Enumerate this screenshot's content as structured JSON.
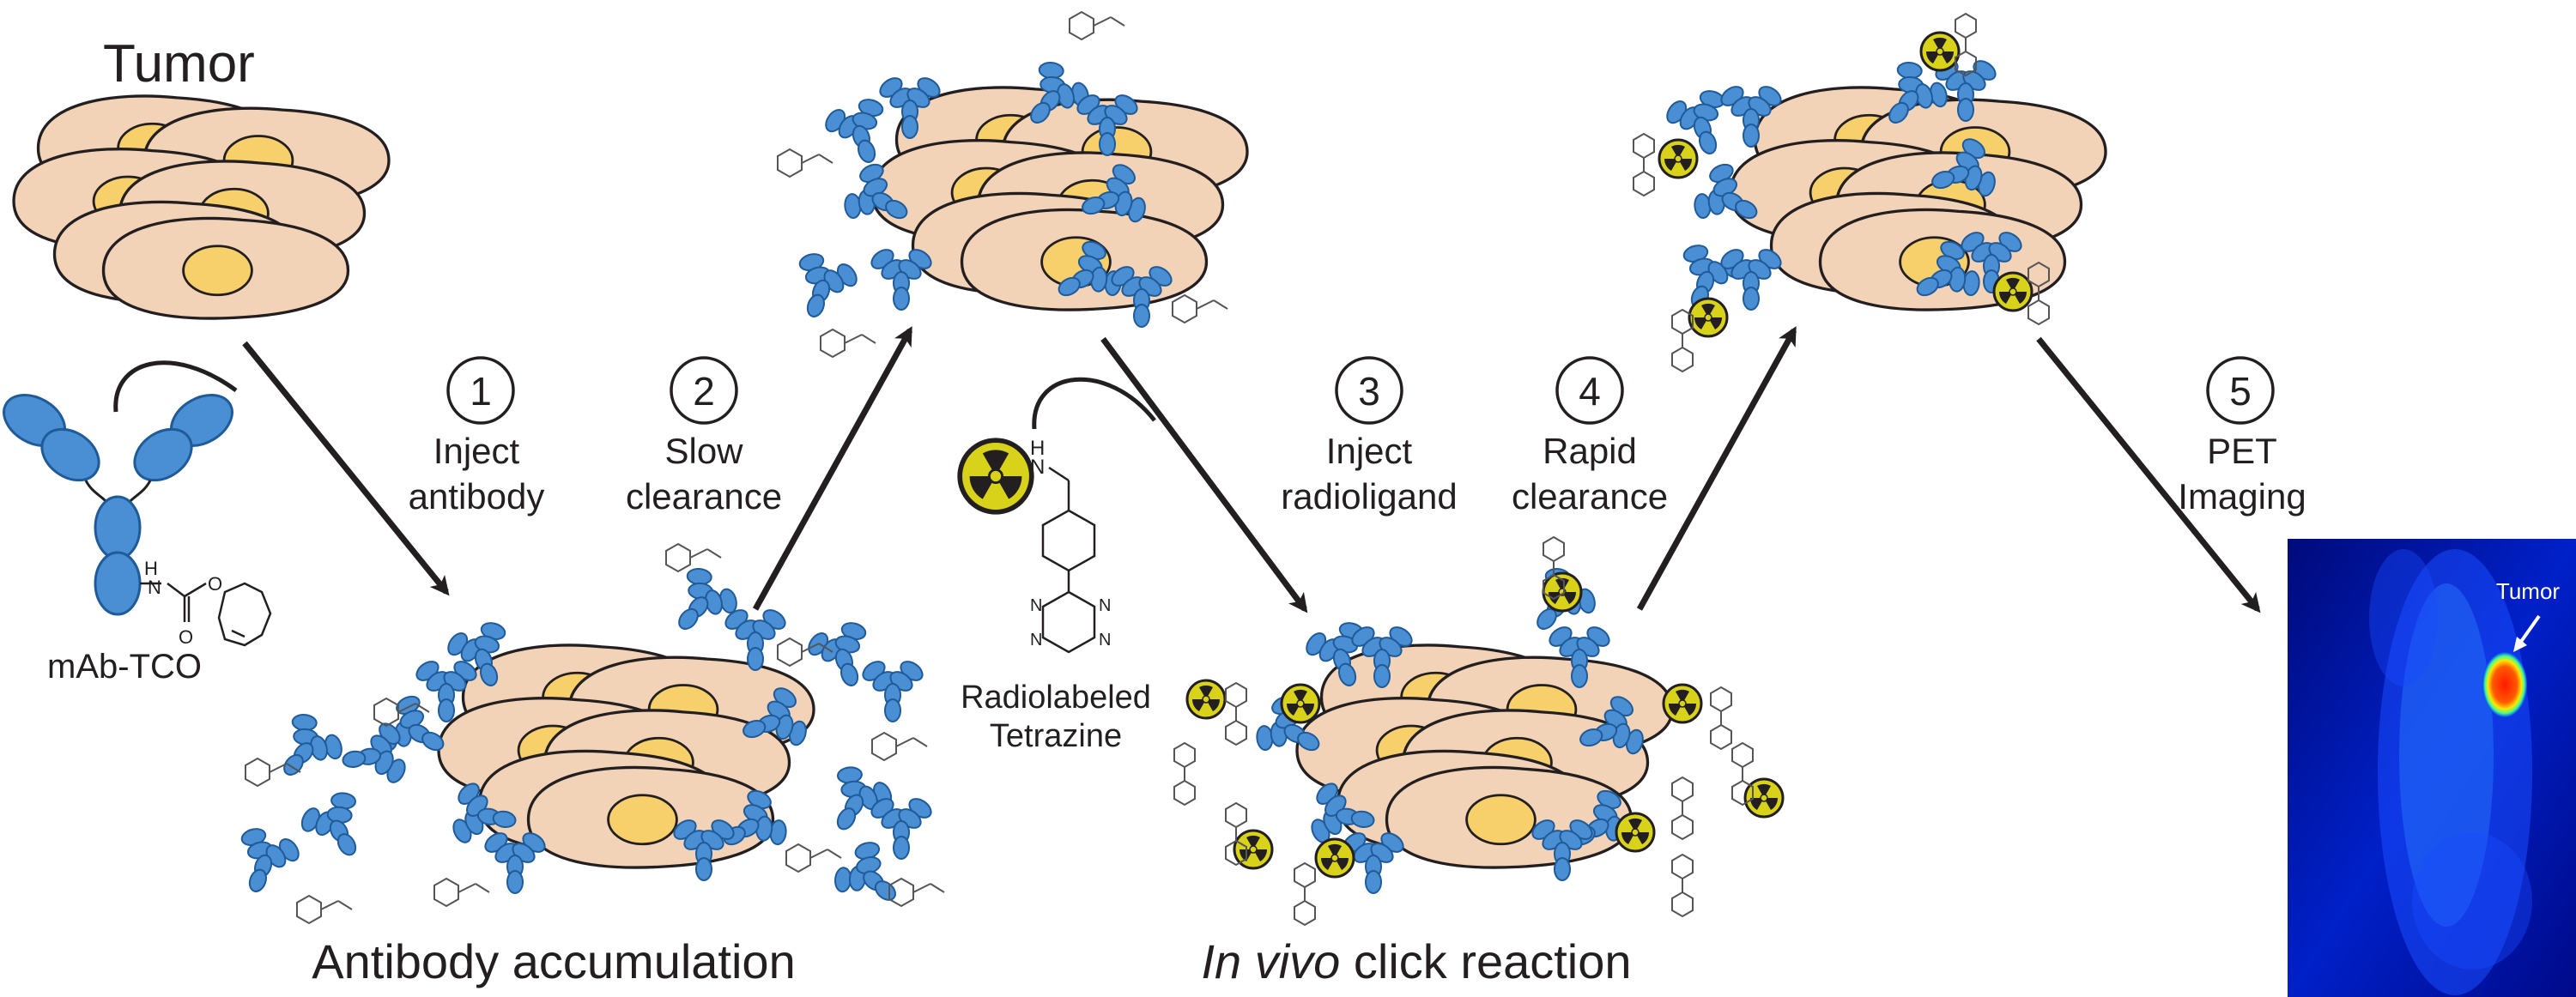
{
  "title": "Tumor",
  "steps": [
    {
      "num": "1",
      "line1": "Inject",
      "line2": "antibody"
    },
    {
      "num": "2",
      "line1": "Slow",
      "line2": "clearance"
    },
    {
      "num": "3",
      "line1": "Inject",
      "line2": "radioligand"
    },
    {
      "num": "4",
      "line1": "Rapid",
      "line2": "clearance"
    },
    {
      "num": "5",
      "line1": "PET",
      "line2": "Imaging"
    }
  ],
  "labels": {
    "mab": "mAb-TCO",
    "radioligand_line1": "Radiolabeled",
    "radioligand_line2": "Tetrazine",
    "antibody_accumulation": "Antibody accumulation",
    "click_italic": "In vivo",
    "click_rest": " click reaction",
    "pet_tumor": "Tumor"
  },
  "colors": {
    "cell_fill": "#f2d3b8",
    "nucleus_fill": "#f7d06b",
    "antibody_blue": "#4a8fd4",
    "antibody_dark": "#1f5a99",
    "radiation_yellow": "#d8d31a",
    "arrow_black": "#231f20",
    "pet_background": "#000a8a"
  },
  "icons": [
    "tumor-cell-cluster-icon",
    "antibody-icon",
    "radiation-symbol-icon",
    "tetrazine-structure-icon",
    "tco-structure-icon",
    "pet-scan-image"
  ]
}
